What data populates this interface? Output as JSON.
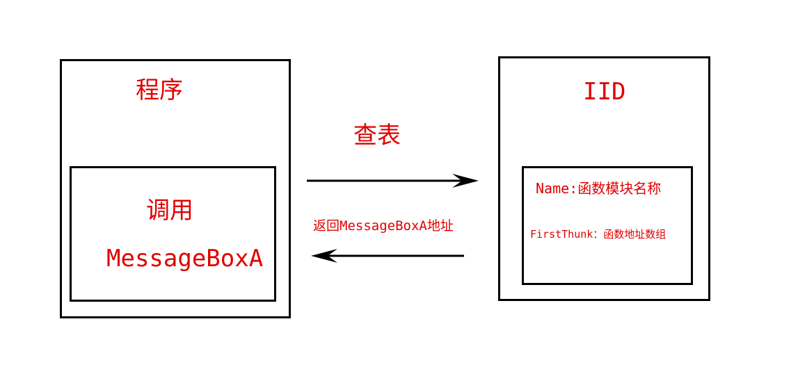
{
  "program": {
    "title": "程序",
    "call_label": "调用",
    "call_function": "MessageBoxA"
  },
  "iid": {
    "title": "IID",
    "name_field": "Name:函数模块名称",
    "first_thunk_field": "FirstThunk：函数地址数组"
  },
  "arrows": {
    "lookup_label": "查表",
    "return_label": "返回MessageBoxA地址"
  },
  "colors": {
    "text": "#e00000",
    "line": "#000000",
    "background": "#ffffff"
  }
}
